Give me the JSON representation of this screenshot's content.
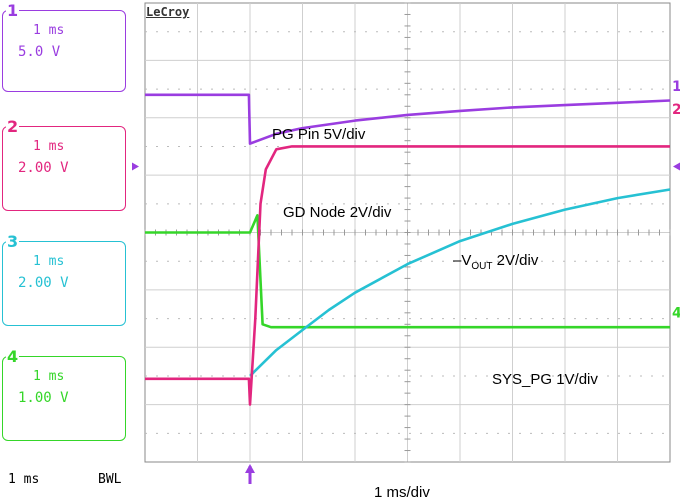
{
  "brand": "LeCroy",
  "channels": [
    {
      "id": "1",
      "timebase": "1 ms",
      "scale": "5.0 V",
      "color": "#9a3de0"
    },
    {
      "id": "2",
      "timebase": "1 ms",
      "scale": "2.00 V",
      "color": "#e2267f"
    },
    {
      "id": "3",
      "timebase": "1 ms",
      "scale": "2.00 V",
      "color": "#26c1d3"
    },
    {
      "id": "4",
      "timebase": "1 ms",
      "scale": "1.00 V",
      "color": "#35d629"
    }
  ],
  "footer": {
    "timebase": "1 ms",
    "bwl": "BWL",
    "xlabel": "1 ms/div"
  },
  "annotations": {
    "pg_pin": "PG Pin 5V/div",
    "gd_node": "GD Node 2V/div",
    "vout_prefix": "–V",
    "vout_sub": "OUT",
    "vout_suffix": " 2V/div",
    "sys_pg": "SYS_PG 1V/div"
  },
  "chart_data": {
    "type": "line",
    "x_unit": "ms",
    "xlim": [
      -1,
      4
    ],
    "ylim_divisions": [
      -4,
      4
    ],
    "grid": true,
    "trigger_time_ms": 0,
    "series": [
      {
        "name": "PG Pin 5V/div",
        "channel": "1",
        "color": "#9a3de0",
        "x": [
          -1,
          -0.01,
          0,
          0.25,
          0.5,
          1,
          1.5,
          2,
          2.5,
          3,
          3.5,
          4
        ],
        "y": [
          2.4,
          2.4,
          1.55,
          1.72,
          1.82,
          1.95,
          2.05,
          2.12,
          2.18,
          2.22,
          2.26,
          2.3
        ]
      },
      {
        "name": "GD Node 2V/div",
        "channel": "2",
        "color": "#e2267f",
        "x": [
          -1,
          -0.01,
          0,
          0.05,
          0.1,
          0.15,
          0.25,
          0.4,
          1,
          2,
          3,
          4
        ],
        "y": [
          -2.55,
          -2.55,
          -3.0,
          -1.5,
          0.5,
          1.1,
          1.45,
          1.5,
          1.5,
          1.5,
          1.5,
          1.5
        ]
      },
      {
        "name": "–VOUT 2V/div",
        "channel": "3",
        "color": "#26c1d3",
        "x": [
          0,
          0.25,
          0.5,
          0.75,
          1,
          1.5,
          2,
          2.5,
          3,
          3.5,
          4
        ],
        "y": [
          -2.5,
          -2.05,
          -1.7,
          -1.35,
          -1.05,
          -0.55,
          -0.15,
          0.15,
          0.4,
          0.6,
          0.75
        ]
      },
      {
        "name": "SYS_PG 1V/div",
        "channel": "4",
        "color": "#35d629",
        "x": [
          -1,
          0,
          0.07,
          0.12,
          0.2,
          4
        ],
        "y": [
          0,
          0,
          0.3,
          -1.6,
          -1.65,
          -1.65
        ]
      }
    ]
  }
}
